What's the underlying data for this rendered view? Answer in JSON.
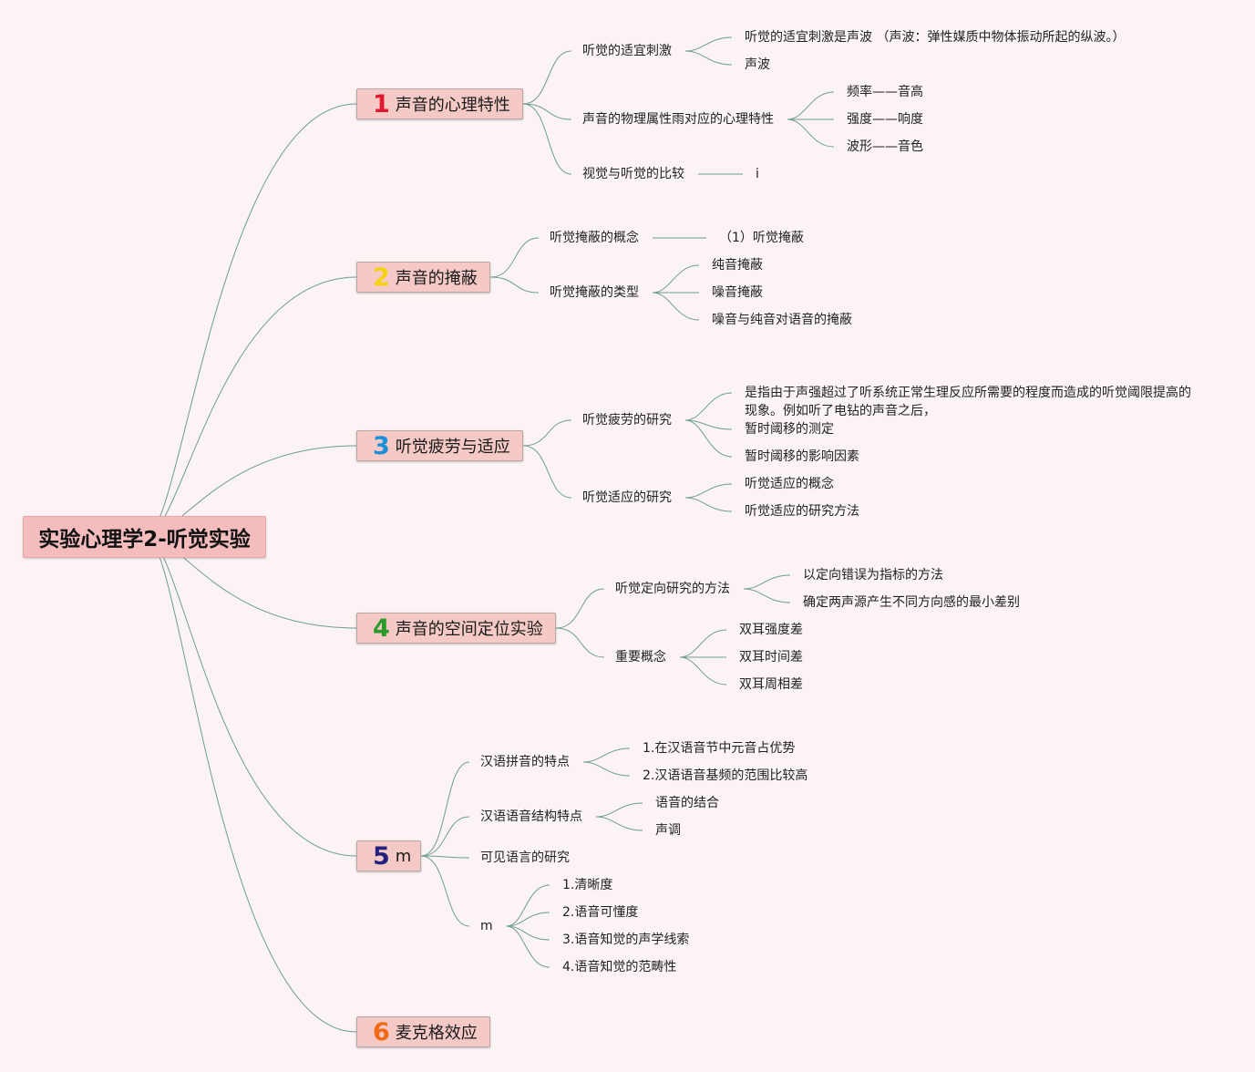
{
  "root": "实验心理学2-听觉实验",
  "colors": {
    "link": "#6f9d93",
    "main_box": "#f4c9c6",
    "root_box": "#f4bcbc",
    "background": "#fbf3f4"
  },
  "topics": [
    {
      "number": "1",
      "number_color": "#e0182d",
      "title": "声音的心理特性",
      "children": [
        {
          "label": "听觉的适宜刺激",
          "children": [
            "听觉的适宜刺激是声波 （声波：弹性媒质中物体振动所起的纵波。）",
            "声波"
          ]
        },
        {
          "label": "声音的物理属性雨对应的心理特性",
          "children": [
            "频率——音高",
            "强度——响度",
            "波形——音色"
          ]
        },
        {
          "label": "视觉与听觉的比较",
          "children": [
            "i"
          ]
        }
      ]
    },
    {
      "number": "2",
      "number_color": "#f5d20e",
      "title": "声音的掩蔽",
      "children": [
        {
          "label": "听觉掩蔽的概念",
          "children": [
            "（1）听觉掩蔽"
          ]
        },
        {
          "label": "听觉掩蔽的类型",
          "children": [
            "纯音掩蔽",
            "噪音掩蔽",
            "噪音与纯音对语音的掩蔽"
          ]
        }
      ]
    },
    {
      "number": "3",
      "number_color": "#1b8fd8",
      "title": "听觉疲劳与适应",
      "children": [
        {
          "label": "听觉疲劳的研究",
          "children": [
            "是指由于声强超过了听系统正常生理反应所需要的程度而造成的听觉阈限提高的现象。例如听了电钻的声音之后，",
            "暂时阈移的测定",
            "暂时阈移的影响因素"
          ]
        },
        {
          "label": "听觉适应的研究",
          "children": [
            "听觉适应的概念",
            "听觉适应的研究方法"
          ]
        }
      ]
    },
    {
      "number": "4",
      "number_color": "#2a9a2a",
      "title": "声音的空间定位实验",
      "children": [
        {
          "label": "听觉定向研究的方法",
          "children": [
            "以定向错误为指标的方法",
            "确定两声源产生不同方向感的最小差别"
          ]
        },
        {
          "label": "重要概念",
          "children": [
            "双耳强度差",
            "双耳时间差",
            "双耳周相差"
          ]
        }
      ]
    },
    {
      "number": "5",
      "number_color": "#23237e",
      "title": "m",
      "children": [
        {
          "label": "汉语拼音的特点",
          "children": [
            "1.在汉语音节中元音占优势",
            "2.汉语语音基频的范围比较高"
          ]
        },
        {
          "label": "汉语语音结构特点",
          "children": [
            "语音的结合",
            "声调"
          ]
        },
        {
          "label": "可见语言的研究",
          "children": []
        },
        {
          "label": "m",
          "children": [
            "1.清晰度",
            "2.语音可懂度",
            "3.语音知觉的声学线索",
            "4.语音知觉的范畴性"
          ]
        }
      ]
    },
    {
      "number": "6",
      "number_color": "#f06a14",
      "title": "麦克格效应",
      "children": []
    }
  ]
}
